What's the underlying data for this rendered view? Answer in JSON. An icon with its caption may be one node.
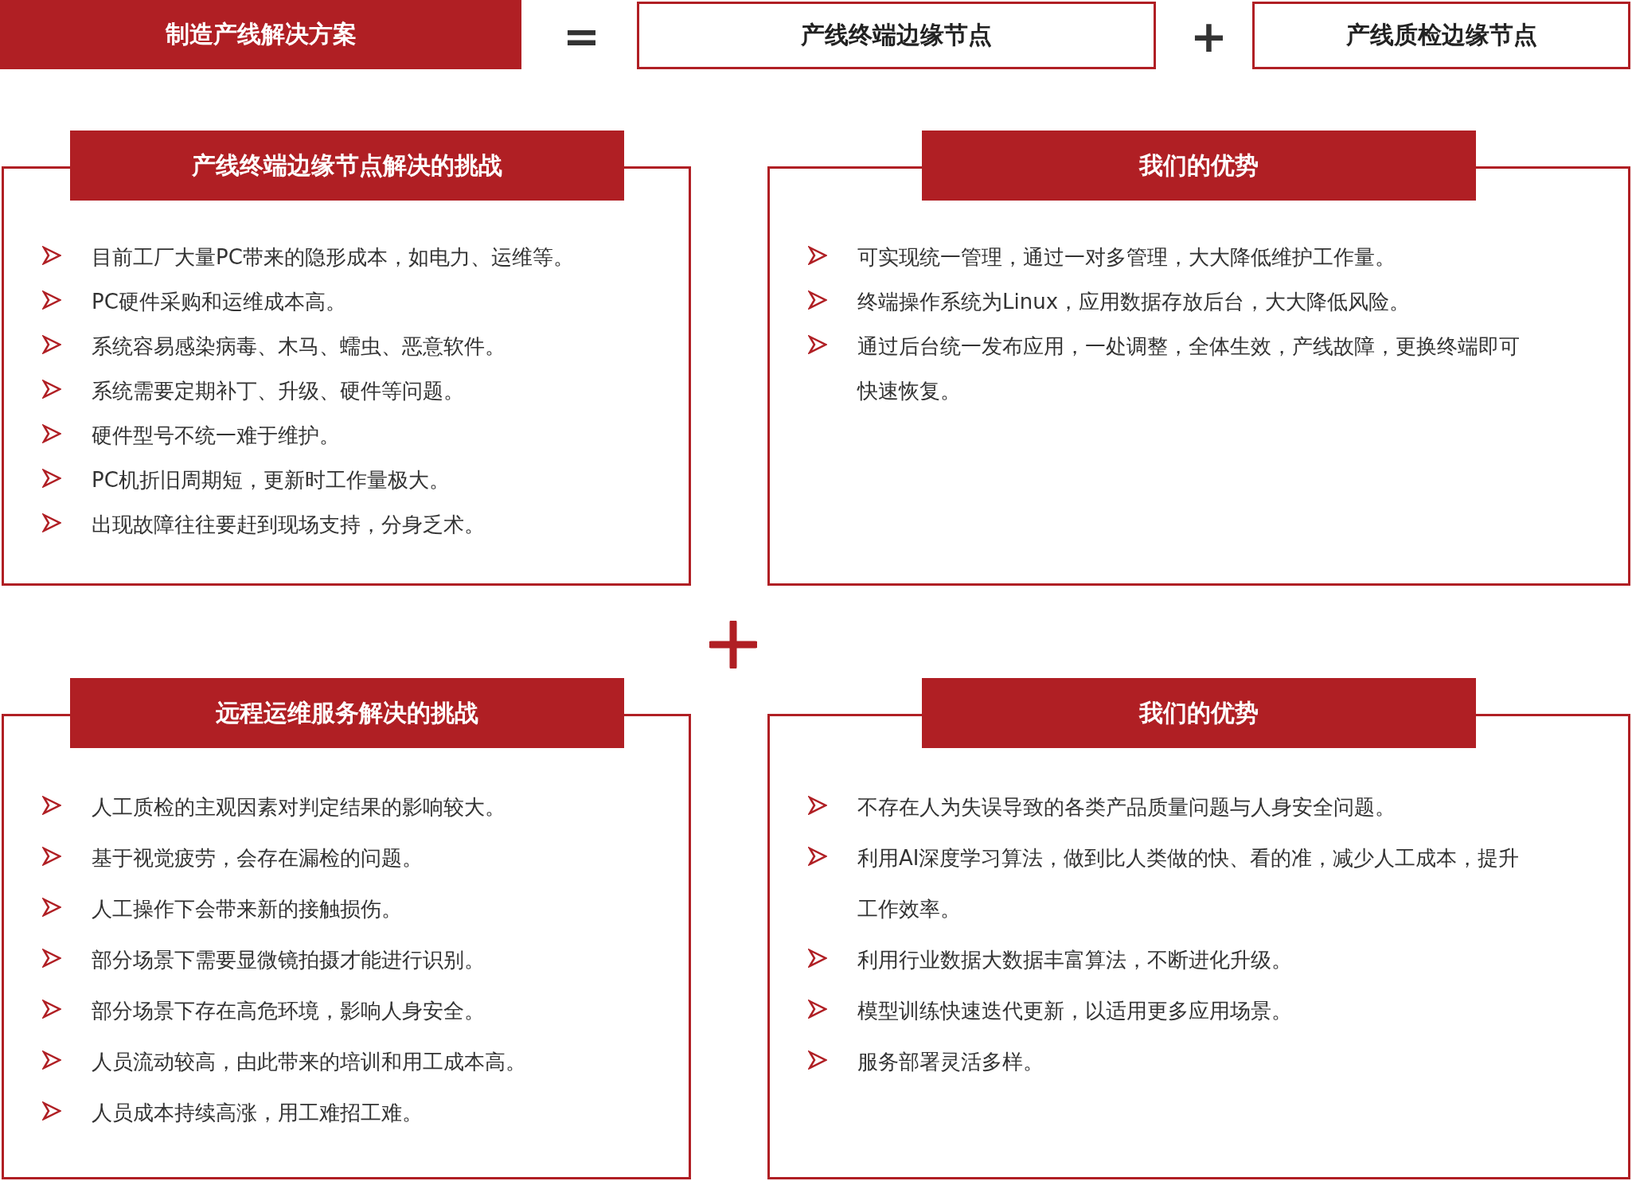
{
  "diagram": {
    "nodes": [
      {
        "text": [
          "制造产线解决方案"
        ]
      },
      {
        "text": [
          "产线终端边缘节点"
        ]
      },
      {
        "text": [
          "产线质检边缘节点"
        ]
      },
      {
        "text": [
          "产线终端边缘节点解决的挑战"
        ]
      },
      {
        "text": [
          "目前工厂大量PC带来的隐形成本，如电力、运维等。",
          "PC硬件采购和运维成本高。",
          "系统容易感染病毒、木马、蠕虫、恶意软件。",
          "系统需要定期补丁、升级、硬件等问题。",
          "硬件型号不统一难于维护。",
          "PC机折旧周期短，更新时工作量极大。",
          "出现故障往往要赶到现场支持，分身乏术。"
        ]
      },
      {
        "text": [
          "我们的优势"
        ]
      },
      {
        "text": [
          "可实现统一管理，通过一对多管理，大大降低维护工作量。",
          "终端操作系统为Linux，应用数据存放后台，大大降低风险。",
          "通过后台统一发布应用，一处调整，全体生效，产线故障，更换终端即可快速恢复。"
        ]
      },
      {
        "text": [
          "远程运维服务解决的挑战"
        ]
      },
      {
        "text": [
          "人工质检的主观因素对判定结果的影响较大。",
          "基于视觉疲劳，会存在漏检的问题。",
          "人工操作下会带来新的接触损伤。",
          "部分场景下需要显微镜拍摄才能进行识别。",
          "部分场景下存在高危环境，影响人身安全。",
          "人员流动较高，由此带来的培训和用工成本高。",
          "人员成本持续高涨，用工难招工难。"
        ]
      },
      {
        "text": [
          "我们的优势"
        ]
      },
      {
        "text": [
          "不存在人为失误导致的各类产品质量问题与人身安全问题。",
          "利用AI深度学习算法，做到比人类做的快、看的准，减少人工成本，提升工作效率。",
          "利用行业数据大数据丰富算法，不断进化升级。",
          "模型训练快速迭代更新，以适用更多应用场景。",
          "服务部署灵活多样。"
        ]
      }
    ],
    "labels": [
      "=",
      "+"
    ]
  }
}
